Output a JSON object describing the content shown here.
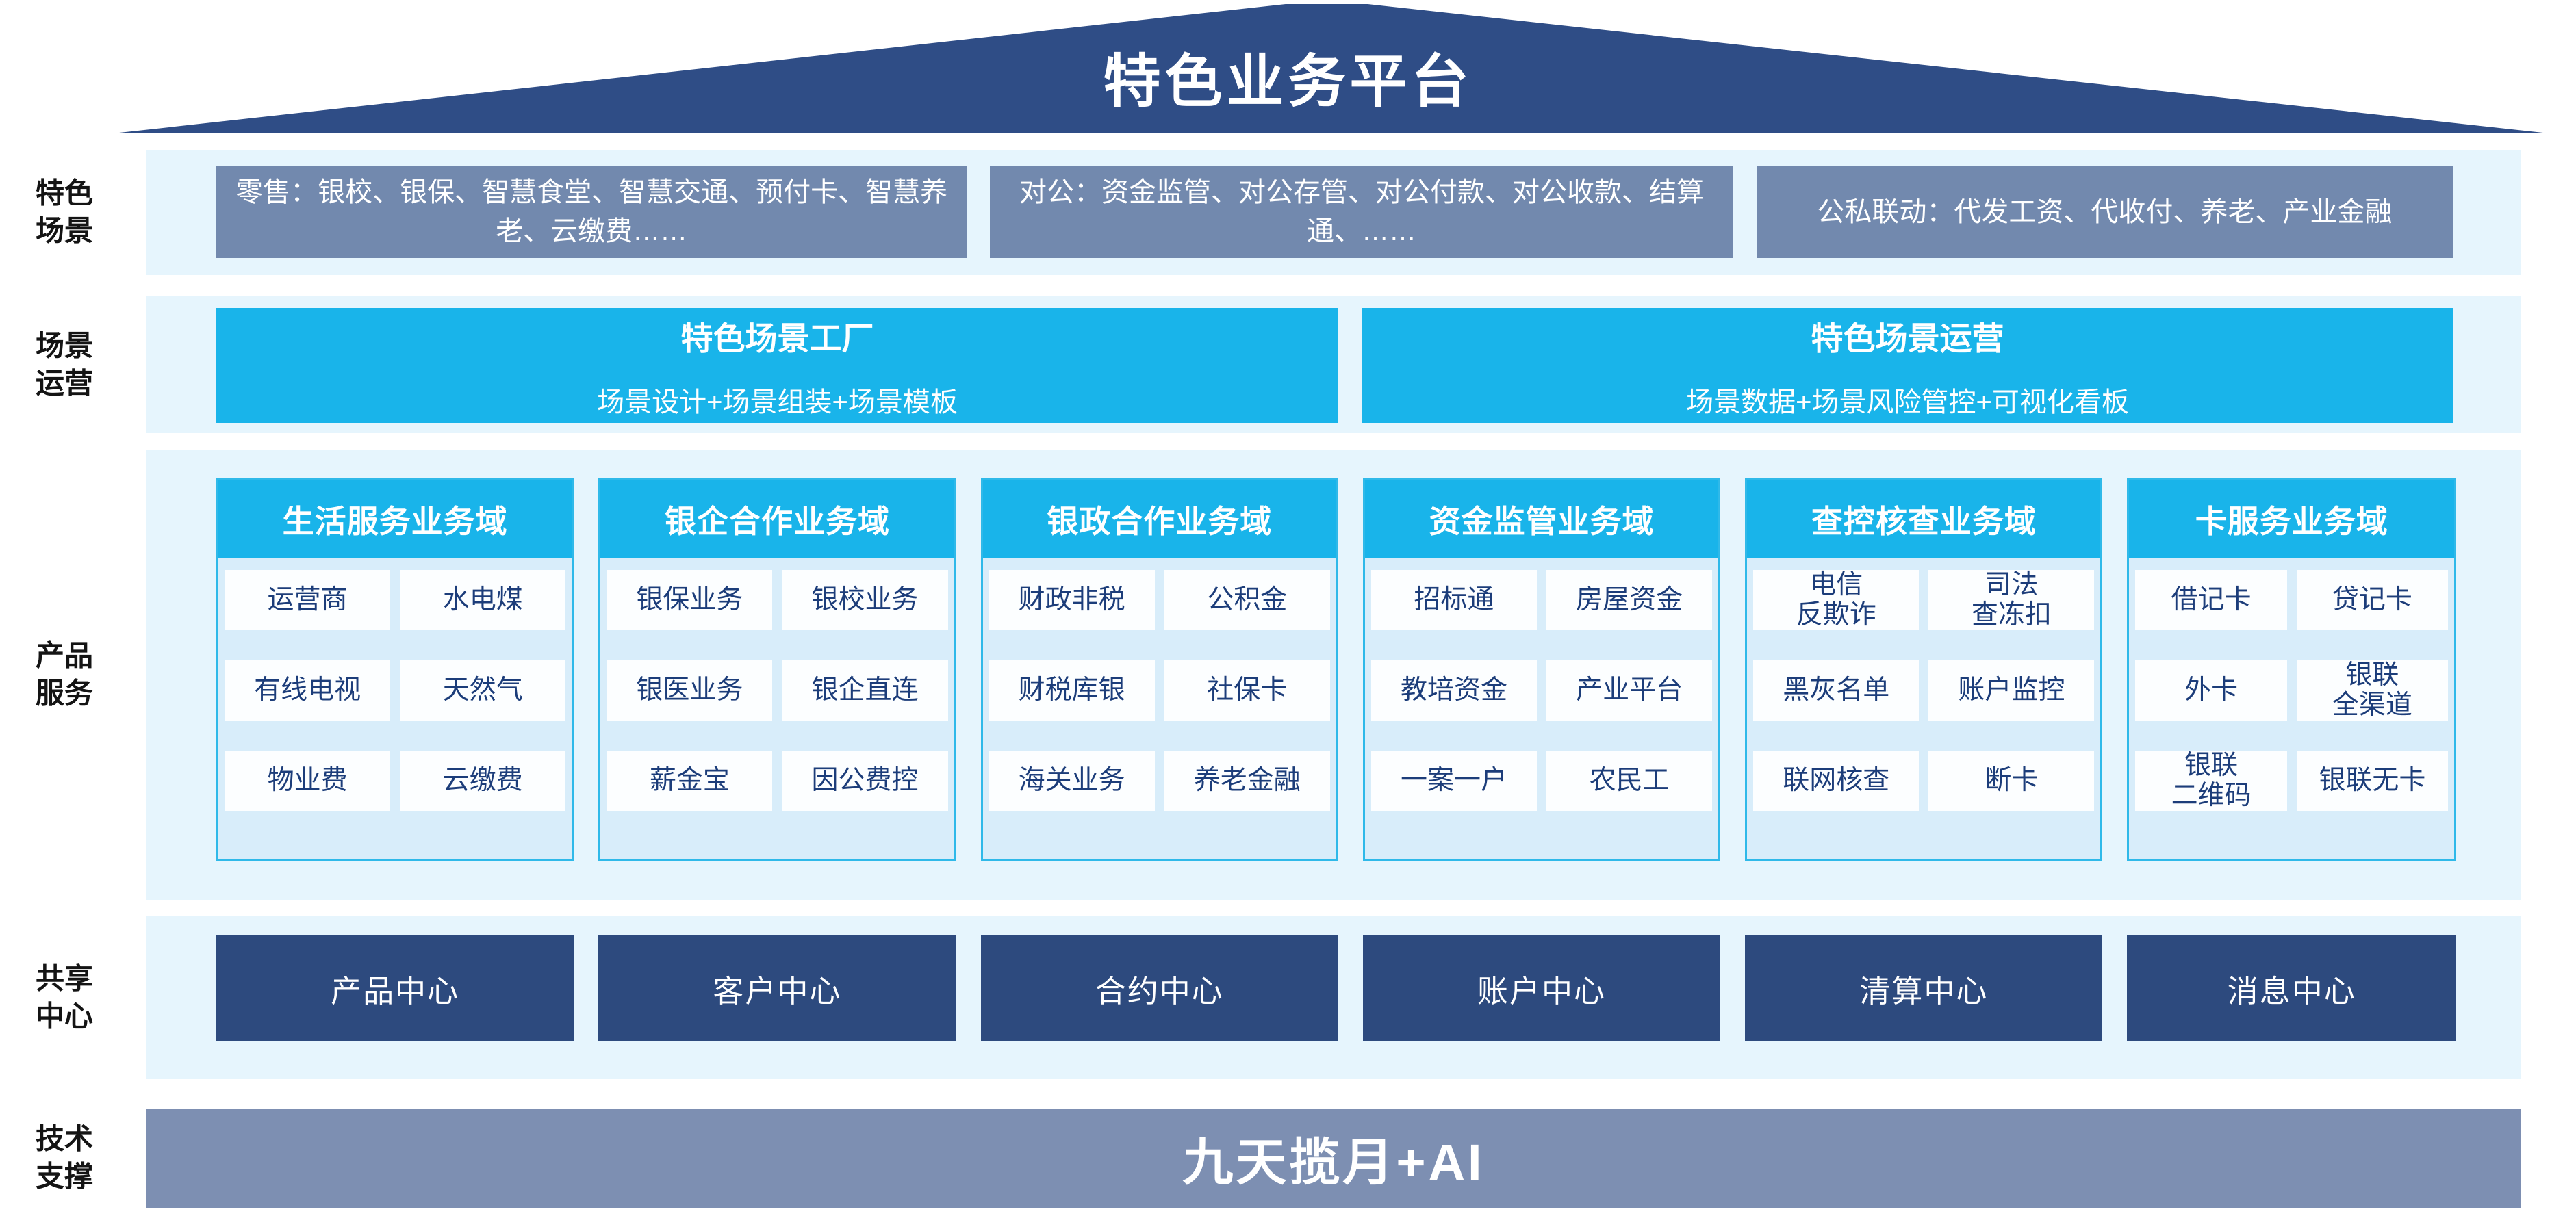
{
  "title": "特色业务平台",
  "rows": {
    "scenes": {
      "label": "特色\n场景",
      "boxes": [
        "零售：银校、银保、智慧食堂、智慧交通、预付卡、智慧养老、云缴费……",
        "对公：资金监管、对公存管、对公付款、对公收款、结算通、……",
        "公私联动：代发工资、代收付、养老、产业金融"
      ]
    },
    "operation": {
      "label": "场景\n运营",
      "boxes": [
        {
          "title": "特色场景工厂",
          "subtitle": "场景设计+场景组装+场景模板"
        },
        {
          "title": "特色场景运营",
          "subtitle": "场景数据+场景风险管控+可视化看板"
        }
      ]
    },
    "products": {
      "label": "产品\n服务",
      "domains": [
        {
          "title": "生活服务业务域",
          "items": [
            "运营商",
            "水电煤",
            "有线电视",
            "天然气",
            "物业费",
            "云缴费"
          ]
        },
        {
          "title": "银企合作业务域",
          "items": [
            "银保业务",
            "银校业务",
            "银医业务",
            "银企直连",
            "薪金宝",
            "因公费控"
          ]
        },
        {
          "title": "银政合作业务域",
          "items": [
            "财政非税",
            "公积金",
            "财税库银",
            "社保卡",
            "海关业务",
            "养老金融"
          ]
        },
        {
          "title": "资金监管业务域",
          "items": [
            "招标通",
            "房屋资金",
            "教培资金",
            "产业平台",
            "一案一户",
            "农民工"
          ]
        },
        {
          "title": "查控核查业务域",
          "items": [
            "电信\n反欺诈",
            "司法\n查冻扣",
            "黑灰名单",
            "账户监控",
            "联网核查",
            "断卡"
          ]
        },
        {
          "title": "卡服务业务域",
          "items": [
            "借记卡",
            "贷记卡",
            "外卡",
            "银联\n全渠道",
            "银联\n二维码",
            "银联无卡"
          ]
        }
      ]
    },
    "centers": {
      "label": "共享\n中心",
      "boxes": [
        "产品中心",
        "客户中心",
        "合约中心",
        "账户中心",
        "清算中心",
        "消息中心"
      ]
    },
    "tech": {
      "label": "技术\n支撑",
      "bar": "九天揽月+AI"
    }
  },
  "colors": {
    "roof_navy": "#2F4D86",
    "center_navy": "#2D4A7E",
    "slate_box": "#7289AE",
    "cyan": "#19B4EA",
    "cyan_border": "#2FB9E9",
    "band_bg": "#E6F5FD",
    "domain_body_bg": "#D8EDFA",
    "chip_bg": "#FCFEFF",
    "chip_text": "#1C3D7A",
    "tech_bar": "#7D8FB2"
  }
}
